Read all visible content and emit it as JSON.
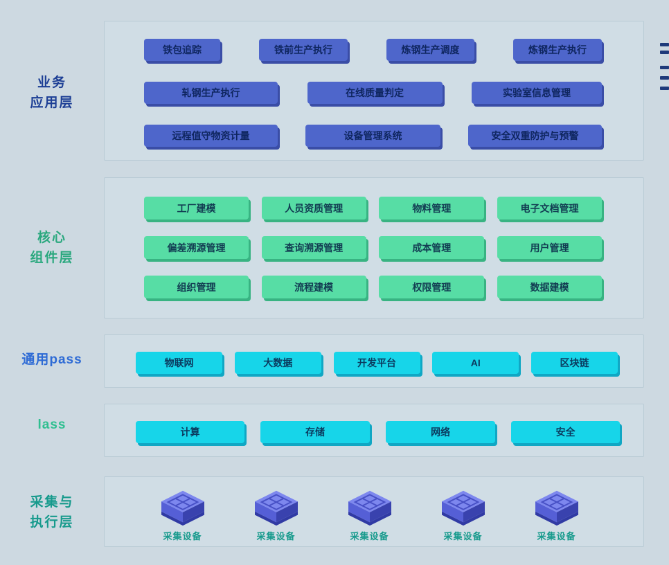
{
  "colors": {
    "page_bg": "#cdd9e1",
    "panel_bg": "#d0dde5",
    "panel_border": "#b9cbd5",
    "btn_blue": "#4e66cb",
    "btn_blue_shadow": "#3a4da6",
    "btn_blue_text": "#0f2660",
    "btn_green": "#57dda5",
    "btn_green_shadow": "#38b382",
    "btn_green_text": "#123c52",
    "btn_cyan": "#17d5e9",
    "btn_cyan_shadow": "#10a7c4",
    "btn_cyan_text": "#0b3a5e",
    "label_business": "#1d3f95",
    "label_core": "#2aa87e",
    "label_paas": "#2e6bd5",
    "label_iaas": "#2fbf90",
    "label_collect": "#169a8c",
    "device_label": "#169a8c",
    "cube_top": "#7d87ee",
    "cube_left": "#555fd6",
    "cube_right": "#3942ae",
    "cube_grid": "#4750c5",
    "cube_base": "#303aa4",
    "decoration": "#1e3a7a"
  },
  "business": {
    "label_line1": "业务",
    "label_line2": "应用层",
    "rows": [
      [
        "铁包追踪",
        "铁前生产执行",
        "炼钢生产调度",
        "炼钢生产执行"
      ],
      [
        "轧钢生产执行",
        "在线质量判定",
        "实验室信息管理"
      ],
      [
        "远程值守物资计量",
        "设备管理系统",
        "安全双重防护与预警"
      ]
    ]
  },
  "core": {
    "label_line1": "核心",
    "label_line2": "组件层",
    "rows": [
      [
        "工厂建模",
        "人员资质管理",
        "物料管理",
        "电子文档管理"
      ],
      [
        "偏差溯源管理",
        "查询溯源管理",
        "成本管理",
        "用户管理"
      ],
      [
        "组织管理",
        "流程建模",
        "权限管理",
        "数据建模"
      ]
    ]
  },
  "paas": {
    "label": "通用pass",
    "items": [
      "物联网",
      "大数据",
      "开发平台",
      "AI",
      "区块链"
    ]
  },
  "iaas": {
    "label": "lass",
    "items": [
      "计算",
      "存储",
      "网络",
      "安全"
    ]
  },
  "collect": {
    "label_line1": "采集与",
    "label_line2": "执行层",
    "device_label": "采集设备"
  }
}
